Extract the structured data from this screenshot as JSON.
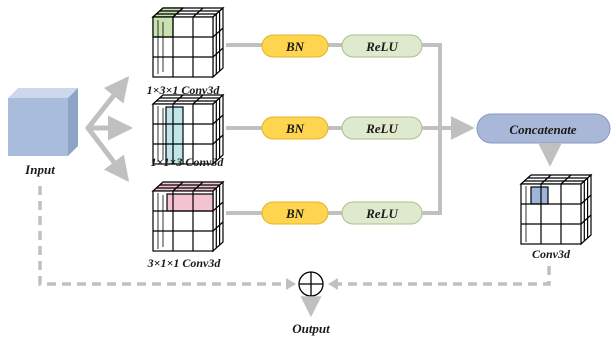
{
  "input": {
    "label": "Input"
  },
  "branches": [
    {
      "conv_label": "1×3×1 Conv3d",
      "norm": "BN",
      "act": "ReLU",
      "highlight": "top-left-column"
    },
    {
      "conv_label": "1×1×3 Conv3d",
      "norm": "BN",
      "act": "ReLU",
      "highlight": "front-left-column"
    },
    {
      "conv_label": "3×1×1 Conv3d",
      "norm": "BN",
      "act": "ReLU",
      "highlight": "top-row"
    }
  ],
  "concat": {
    "label": "Concatenate"
  },
  "fusion": {
    "label": "Conv3d"
  },
  "output": {
    "label": "Output"
  },
  "colors": {
    "bn_fill": "#ffd54f",
    "relu_fill": "#dfe9cd",
    "concat_fill": "#a9b8d8",
    "arrow": "#c0c0c0",
    "dashed": "#c0c0c0",
    "input_cube": "#a9bcdc",
    "hl_green": "#c8e2b0",
    "hl_cyan": "#bfe7ea",
    "hl_pink": "#f3c4cf",
    "hl_blue": "#9fb4d9"
  }
}
